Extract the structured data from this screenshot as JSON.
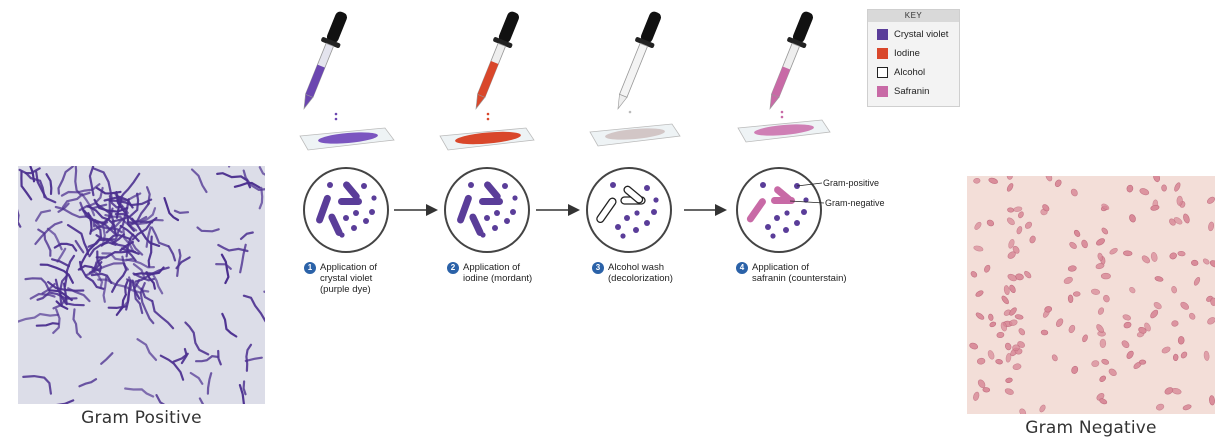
{
  "left_panel": {
    "caption": "Gram Positive"
  },
  "right_panel": {
    "caption": "Gram Negative"
  },
  "key": {
    "title": "KEY",
    "items": [
      {
        "label": "Crystal violet",
        "color": "#5a3d99",
        "outline": false
      },
      {
        "label": "Iodine",
        "color": "#d9472b",
        "outline": false
      },
      {
        "label": "Alcohol",
        "color": "#ffffff",
        "outline": true
      },
      {
        "label": "Safranin",
        "color": "#c86aa6",
        "outline": false
      }
    ]
  },
  "steps": [
    {
      "number": "1",
      "line1": "Application of",
      "line2": "crystal violet",
      "line3": "(purple dye)",
      "dye_color": "#6b46b0",
      "slide_color": "#7b55c0"
    },
    {
      "number": "2",
      "line1": "Application of",
      "line2": "iodine (mordant)",
      "line3": "",
      "dye_color": "#d9472b",
      "slide_color": "#d9472b"
    },
    {
      "number": "3",
      "line1": "Alcohol wash",
      "line2": "(decolorization)",
      "line3": "",
      "dye_color": "#e8e8e8",
      "slide_color": "#cfc4c4"
    },
    {
      "number": "4",
      "line1": "Application of",
      "line2": "safranin (counterstain)",
      "line3": "",
      "dye_color": "#c86aa6",
      "slide_color": "#cf7fb5"
    }
  ],
  "callouts": {
    "gram_positive": "Gram-positive",
    "gram_negative": "Gram-negative"
  },
  "colors": {
    "purple": "#5a3d99",
    "pink": "#c86aa6",
    "arrow": "#333333",
    "circle_border": "#444444"
  }
}
